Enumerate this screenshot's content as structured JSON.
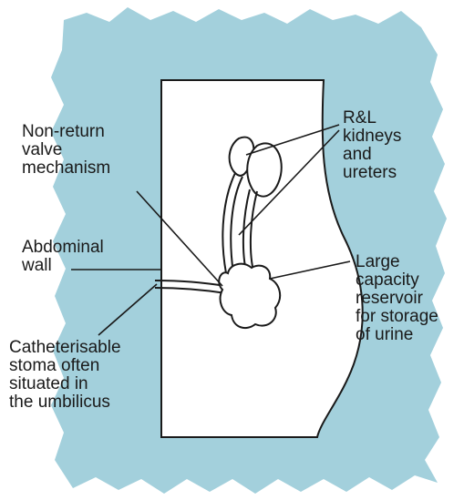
{
  "colors": {
    "background_panel": "#a3d0dc",
    "body_fill": "#ffffff",
    "line": "#1a1a1a",
    "text": "#1a1a1a"
  },
  "labels": {
    "valve": [
      "Non-return",
      "valve",
      "mechanism"
    ],
    "kidneys": [
      "R&L",
      "kidneys",
      "and",
      "ureters"
    ],
    "abdominal": [
      "Abdominal",
      "wall"
    ],
    "reservoir": [
      "Large",
      "capacity",
      "reservoir",
      "for storage",
      "of urine"
    ],
    "stoma": [
      "Catheterisable",
      "stoma often",
      "situated in",
      "the umbilicus"
    ]
  }
}
